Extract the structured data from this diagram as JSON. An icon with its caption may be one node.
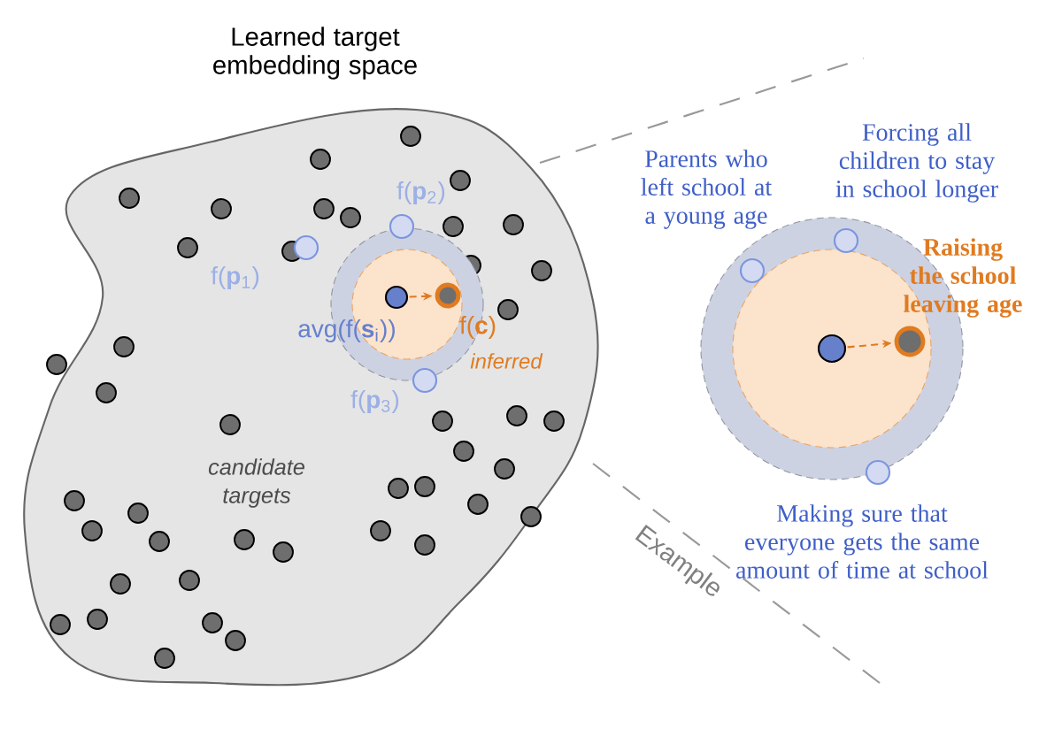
{
  "diagram": {
    "nodes": [
      {
        "text": [
          "avg(f(**s**$_{i}$))"
        ]
      },
      {
        "text": [
          "f(**c**)",
          "inferred"
        ]
      },
      {
        "text": [],
        "shape": "circle"
      },
      {
        "text": [
          "Raising the school leaving age"
        ]
      }
    ],
    "edges": [
      {
        "from": 0,
        "to": 1,
        "arrow": "to",
        "style": "dashed",
        "color": "#e07b20"
      },
      {
        "from": 2,
        "to": 3,
        "arrow": "to",
        "style": "dashed",
        "color": "#e07b20"
      }
    ],
    "labels": [
      "Learned target embedding space",
      "f(**p**$_{1}$)",
      "f(**p**$_{2}$)",
      "f(**p**$_{3}$)",
      "candidate targets",
      "Parents who left school at a young age",
      "Forcing all children to stay in school longer",
      "Making sure that everyone gets the same amount of time at school",
      "Example"
    ]
  }
}
